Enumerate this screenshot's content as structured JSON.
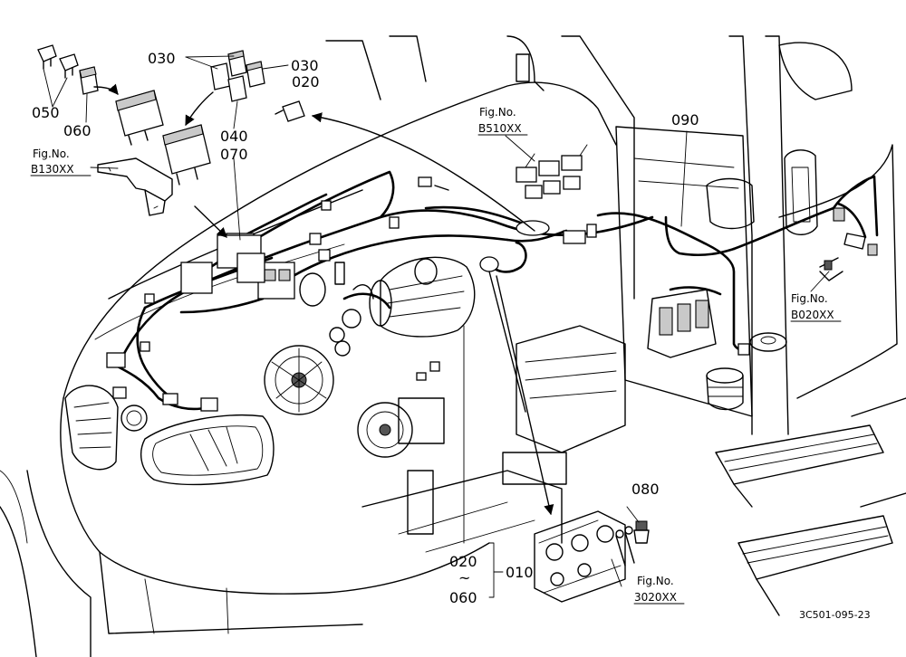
{
  "labels": {
    "p030_top": "030",
    "p030_right": "030",
    "p020_top": "020",
    "p050": "050",
    "p060": "060",
    "p040": "040",
    "p070": "070",
    "p090": "090",
    "p080": "080",
    "p010": "010",
    "range_start": "020",
    "range_tilde": "~",
    "range_end": "060"
  },
  "fig_refs": {
    "b130": {
      "title": "Fig.No.",
      "code": "B130XX"
    },
    "b510": {
      "title": "Fig.No.",
      "code": "B510XX"
    },
    "b020": {
      "title": "Fig.No.",
      "code": "B020XX"
    },
    "s3020": {
      "title": "Fig.No.",
      "code": "3020XX"
    }
  },
  "drawing_number": "3C501-095-23"
}
